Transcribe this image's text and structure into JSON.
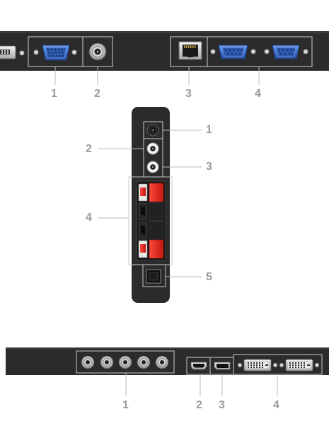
{
  "callouts": {
    "top_panel": [
      "1",
      "2",
      "3",
      "4"
    ],
    "side_panel": [
      "1",
      "2",
      "3",
      "4",
      "5"
    ],
    "bottom_panel": [
      "1",
      "2",
      "3",
      "4"
    ]
  },
  "colors": {
    "panel": "#2b2b2b",
    "callout_text": "#999999",
    "callout_line": "#bbbbbb",
    "vga_blue": "#3a6fd1",
    "speaker_red": "#e2231a"
  },
  "icons": {
    "top_panel": [
      "dvi-port-icon",
      "vga-port-icon",
      "bnc-port-icon",
      "rj45-port-icon",
      "rs232-port-icon"
    ],
    "side_panel": [
      "audio-jack-icon",
      "rca-jack-icon",
      "speaker-terminal-icon",
      "power-switch-icon"
    ],
    "bottom_panel": [
      "bnc-port-icon",
      "hdmi-port-icon",
      "displayport-icon",
      "dvi-port-icon"
    ]
  }
}
